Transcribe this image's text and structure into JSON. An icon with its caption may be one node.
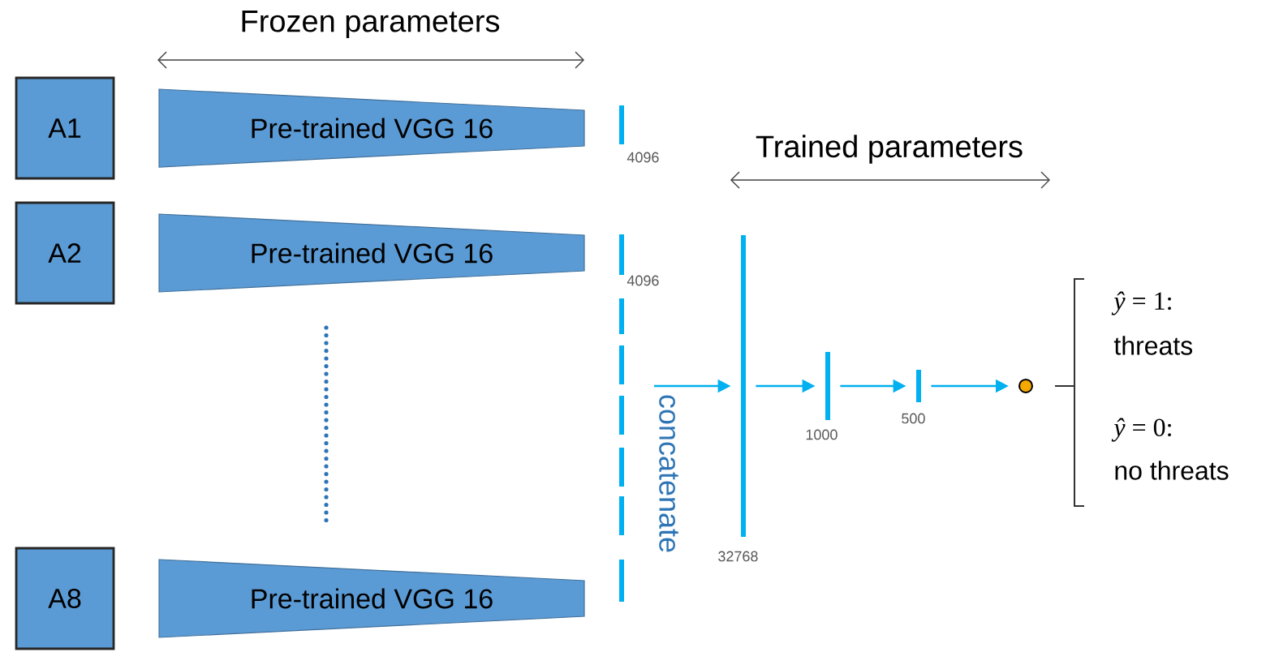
{
  "diagram": {
    "nodes": [
      {
        "text": [
          "A1"
        ]
      },
      {
        "text": [
          "Pre-trained VGG 16"
        ]
      },
      {
        "text": [],
        "shape": "bar",
        "beside": [
          "4096"
        ]
      },
      {
        "text": [
          "A2"
        ]
      },
      {
        "text": [
          "Pre-trained VGG 16"
        ]
      },
      {
        "text": [],
        "shape": "bar",
        "beside": [
          "4096"
        ]
      },
      {
        "text": [],
        "shape": "bar"
      },
      {
        "text": [],
        "shape": "bar"
      },
      {
        "text": [],
        "shape": "bar"
      },
      {
        "text": [],
        "shape": "bar"
      },
      {
        "text": [],
        "shape": "bar"
      },
      {
        "text": [
          "A8"
        ]
      },
      {
        "text": [
          "Pre-trained VGG 16"
        ]
      },
      {
        "text": [],
        "shape": "bar"
      },
      {
        "text": [],
        "shape": "bar",
        "beside": [
          "32768"
        ]
      },
      {
        "text": [],
        "shape": "bar",
        "beside": [
          "1000"
        ]
      },
      {
        "text": [],
        "shape": "bar",
        "beside": [
          "500"
        ]
      },
      {
        "text": [],
        "shape": "circle"
      }
    ],
    "edges": [
      {
        "from": null,
        "to": 14,
        "arrow": "to",
        "label": "concatenate"
      },
      {
        "from": 14,
        "to": 15,
        "arrow": "to"
      },
      {
        "from": 15,
        "to": 16,
        "arrow": "to"
      },
      {
        "from": 16,
        "to": 17,
        "arrow": "to"
      }
    ],
    "labels": [
      "Frozen parameters",
      "Trained parameters",
      "*ŷ* = 1:",
      "threats",
      "*ŷ* = 0:",
      "no threats"
    ]
  }
}
